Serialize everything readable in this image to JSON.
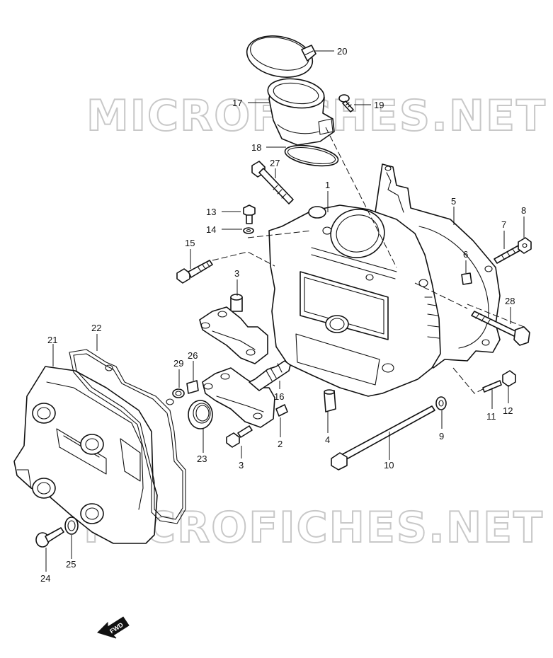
{
  "watermark": "MICROFICHES.NET",
  "direction_label": "FWD",
  "callouts": {
    "c1": "1",
    "c2": "2",
    "c3a": "3",
    "c3b": "3",
    "c4": "4",
    "c5": "5",
    "c6": "6",
    "c7": "7",
    "c8": "8",
    "c9": "9",
    "c10": "10",
    "c11": "11",
    "c12": "12",
    "c13": "13",
    "c14": "14",
    "c15": "15",
    "c16": "16",
    "c17": "17",
    "c18": "18",
    "c19": "19",
    "c20": "20",
    "c21": "21",
    "c22": "22",
    "c23": "23",
    "c24": "24",
    "c25": "25",
    "c26": "26",
    "c27": "27",
    "c28": "28",
    "c29": "29"
  }
}
